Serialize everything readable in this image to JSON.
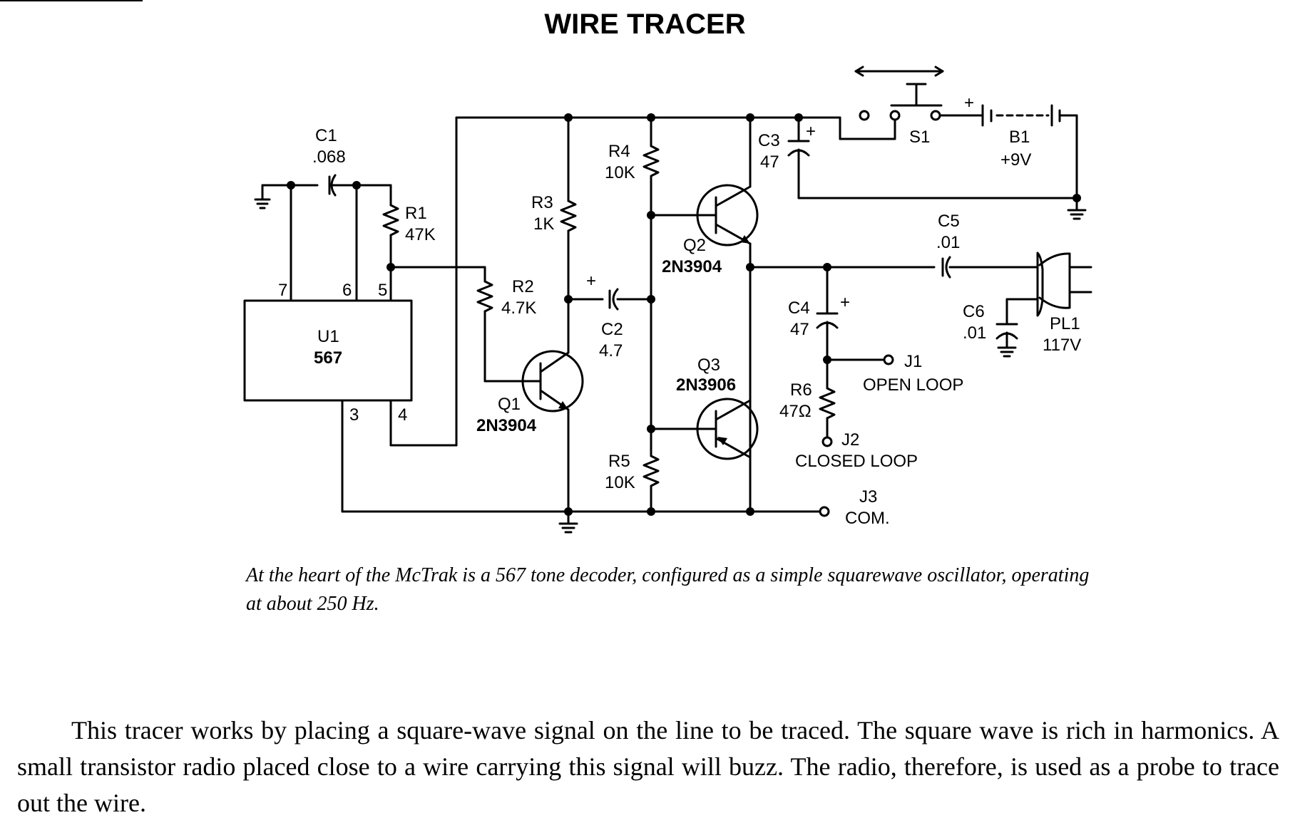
{
  "title": "WIRE TRACER",
  "components": {
    "c1": {
      "ref": "C1",
      "value": ".068"
    },
    "r1": {
      "ref": "R1",
      "value": "47K"
    },
    "r2": {
      "ref": "R2",
      "value": "4.7K"
    },
    "r3": {
      "ref": "R3",
      "value": "1K"
    },
    "r4": {
      "ref": "R4",
      "value": "10K"
    },
    "r5": {
      "ref": "R5",
      "value": "10K"
    },
    "r6": {
      "ref": "R6",
      "value": "47Ω"
    },
    "c2": {
      "ref": "C2",
      "value": "4.7",
      "polarity": "+"
    },
    "c3": {
      "ref": "C3",
      "value": "47",
      "polarity": "+"
    },
    "c4": {
      "ref": "C4",
      "value": "47",
      "polarity": "+"
    },
    "c5": {
      "ref": "C5",
      "value": ".01"
    },
    "c6": {
      "ref": "C6",
      "value": ".01"
    },
    "u1": {
      "ref": "U1",
      "value": "567",
      "pins": [
        "7",
        "6",
        "5",
        "3",
        "4"
      ]
    },
    "q1": {
      "ref": "Q1",
      "value": "2N3904"
    },
    "q2": {
      "ref": "Q2",
      "value": "2N3904"
    },
    "q3": {
      "ref": "Q3",
      "value": "2N3906"
    },
    "s1": {
      "ref": "S1"
    },
    "b1": {
      "ref": "B1",
      "value": "+9V",
      "polarity": "+"
    },
    "pl1": {
      "ref": "PL1",
      "value": "117V"
    },
    "j1": {
      "ref": "J1",
      "value": "OPEN LOOP"
    },
    "j2": {
      "ref": "J2",
      "value": "CLOSED LOOP"
    },
    "j3": {
      "ref": "J3",
      "value": "COM."
    }
  },
  "caption": "At the heart of the McTrak is a 567 tone decoder, configured as a simple squarewave oscillator, operating at about 250 Hz.",
  "body_text": "This tracer works by placing a square-wave signal on the line to be traced. The square wave is rich in harmonics. A small transistor radio placed close to a wire carrying this signal will buzz. The radio, therefore, is used as a probe to trace out the wire."
}
